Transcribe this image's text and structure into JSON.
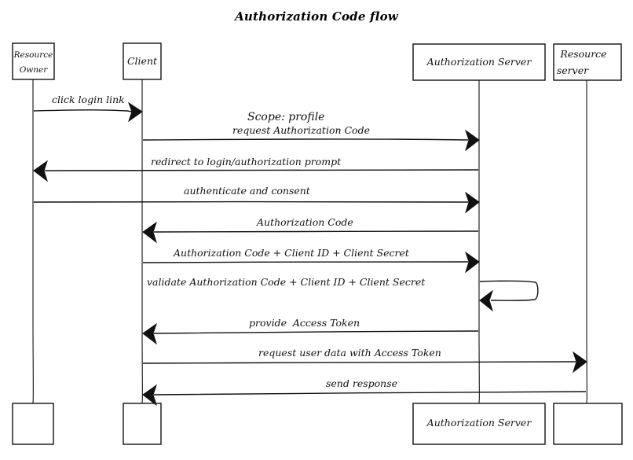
{
  "title": "Authorization Code flow",
  "participants": {
    "resource_owner": [
      "Resource",
      "Owner"
    ],
    "client": "Client",
    "authorization_server": "Authorization Server",
    "resource_server": [
      "Resource",
      "server"
    ]
  },
  "note": "Scope: profile",
  "messages": [
    {
      "label": "click login link",
      "from": "resource_owner",
      "to": "client"
    },
    {
      "label": "request Authorization Code",
      "from": "client",
      "to": "authorization_server"
    },
    {
      "label": "redirect to login/authorization prompt",
      "from": "authorization_server",
      "to": "resource_owner"
    },
    {
      "label": "authenticate and consent",
      "from": "resource_owner",
      "to": "authorization_server"
    },
    {
      "label": "Authorization Code",
      "from": "authorization_server",
      "to": "client"
    },
    {
      "label": "Authorization Code + Client ID + Client Secret",
      "from": "client",
      "to": "authorization_server"
    },
    {
      "label": "validate Authorization Code + Client ID + Client Secret",
      "from": "authorization_server",
      "to": "authorization_server"
    },
    {
      "label": "provide  Access Token",
      "from": "authorization_server",
      "to": "client"
    },
    {
      "label": "request user data with Access Token",
      "from": "client",
      "to": "resource_server"
    },
    {
      "label": "send response",
      "from": "resource_server",
      "to": "client"
    }
  ]
}
